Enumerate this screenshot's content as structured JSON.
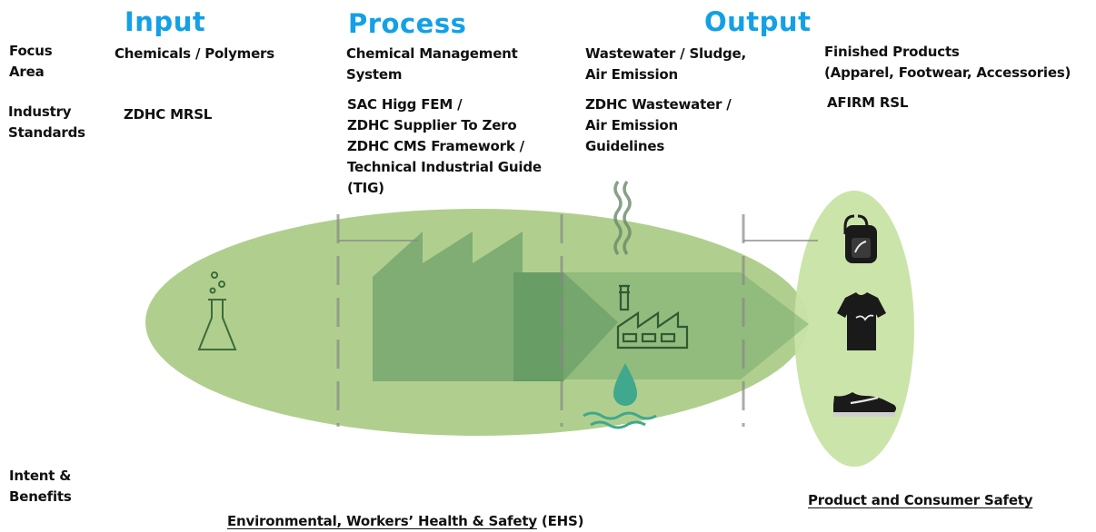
{
  "headers": {
    "input": "Input",
    "process": "Process",
    "output": "Output"
  },
  "row_labels": {
    "focus": "Focus\nArea",
    "industry": "Industry\nStandards",
    "intent": "Intent &\nBenefits"
  },
  "focus_area": {
    "input": "Chemicals / Polymers",
    "process": "Chemical Management\nSystem",
    "wastewater": "Wastewater / Sludge,\nAir Emission",
    "products": "Finished Products\n(Apparel, Footwear, Accessories)"
  },
  "standards": {
    "input": "ZDHC MRSL",
    "process": "SAC Higg FEM /\nZDHC Supplier To Zero\nZDHC CMS Framework /\nTechnical Industrial Guide\n(TIG)",
    "wastewater": "ZDHC Wastewater /\nAir Emission\nGuidelines",
    "products": "AFIRM RSL"
  },
  "intent": {
    "ehs_underlined": "Environmental, Workers’ Health & Safety",
    "ehs_suffix": " (EHS)",
    "product_safety": "Product and Consumer Safety"
  },
  "icons": [
    "flask-icon",
    "factory-icon",
    "wavy-emission-icon",
    "water-drop-icon",
    "water-waves-icon",
    "backpack-icon",
    "tshirt-icon",
    "sneaker-icon"
  ],
  "colors": {
    "header": "#13a0e6",
    "big_ellipse": "#b0cf8e",
    "product_ellipse": "#c8e3a5",
    "factory_shape": "#6fa16a",
    "arrow": "#5c9463",
    "drop": "#3fa88d"
  }
}
